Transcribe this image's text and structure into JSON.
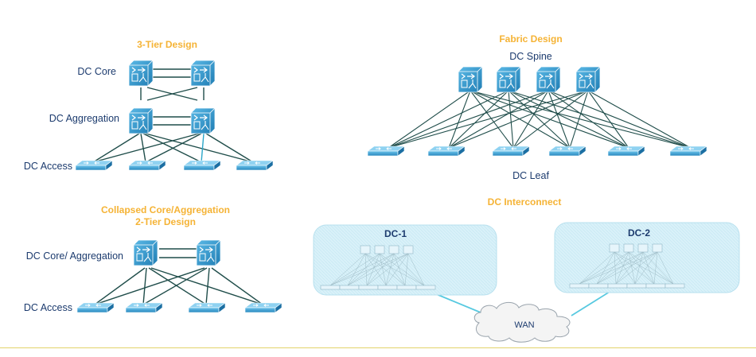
{
  "three_tier": {
    "title": "3-Tier Design",
    "core_label": "DC Core",
    "aggregation_label": "DC Aggregation",
    "access_label": "DC Access"
  },
  "two_tier": {
    "title_line1": "Collapsed Core/Aggregation",
    "title_line2": "2-Tier  Design",
    "core_label": "DC Core/ Aggregation",
    "access_label": "DC Access"
  },
  "fabric": {
    "title": "Fabric Design",
    "spine_label": "DC Spine",
    "leaf_label": "DC Leaf"
  },
  "interconnect": {
    "title": "DC Interconnect",
    "dc1_label": "DC-1",
    "dc2_label": "DC-2",
    "wan_label": "WAN"
  },
  "colors": {
    "title": "#f5b335",
    "label": "#1c3b6e",
    "device": "#2a8fc4",
    "link": "#1f4d4a",
    "dc_box": "#d6f0f8",
    "wan_link": "#57c9e0"
  }
}
